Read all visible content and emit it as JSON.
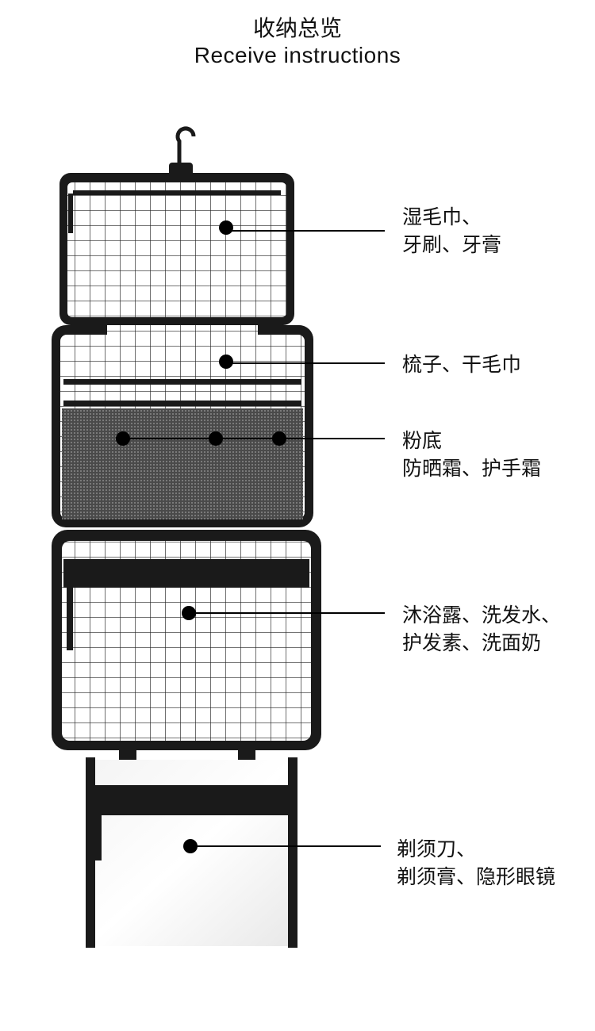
{
  "header": {
    "title_cn": "收纳总览",
    "title_en": "Receive instructions"
  },
  "callouts": [
    {
      "line1": "湿毛巾、",
      "line2": "牙刷、牙膏"
    },
    {
      "line1": "梳子、干毛巾"
    },
    {
      "line1": "粉底",
      "line2": "防晒霜、护手霜"
    },
    {
      "line1": "沐浴露、洗发水、",
      "line2": "护发素、洗面奶"
    },
    {
      "line1": "剃须刀、",
      "line2": "剃须膏、隐形眼镜"
    }
  ],
  "colors": {
    "frame": "#1a1a1a",
    "grid": "#222222",
    "background": "#ffffff"
  }
}
